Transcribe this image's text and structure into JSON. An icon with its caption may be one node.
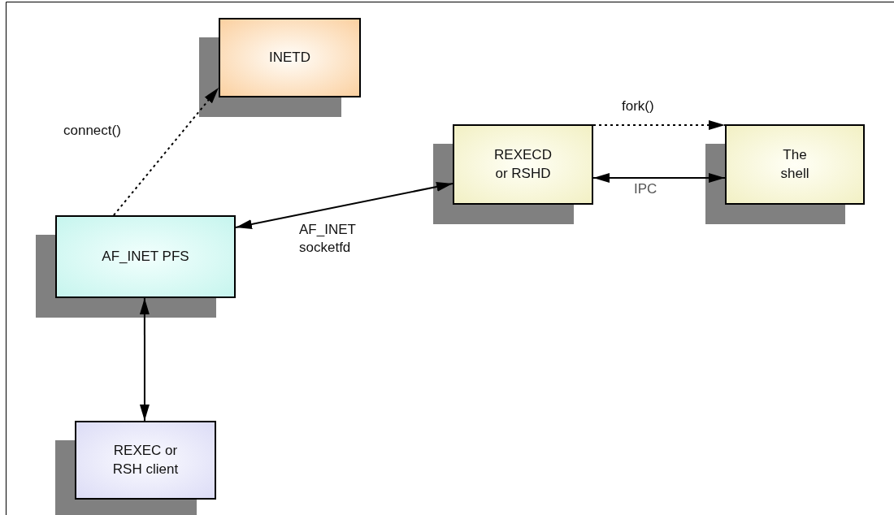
{
  "diagram": {
    "nodes": [
      {
        "text": [
          "INETD"
        ]
      },
      {
        "text": [
          "REXECD or RSHD"
        ]
      },
      {
        "text": [
          "The shell"
        ]
      },
      {
        "text": [
          "AF_INET PFS"
        ]
      },
      {
        "text": [
          "REXEC or RSH client"
        ]
      }
    ],
    "edges": [
      {
        "from": 3,
        "to": 0,
        "arrow": "to",
        "label": "connect()",
        "style": "dashed"
      },
      {
        "from": 1,
        "to": 3,
        "arrow": "both",
        "label": "AF_INET socketfd"
      },
      {
        "from": 1,
        "to": 2,
        "arrow": "to",
        "label": "fork()",
        "style": "dashed"
      },
      {
        "from": 1,
        "to": 2,
        "arrow": "both",
        "label": "IPC"
      },
      {
        "from": 3,
        "to": 4,
        "arrow": "both"
      }
    ]
  }
}
